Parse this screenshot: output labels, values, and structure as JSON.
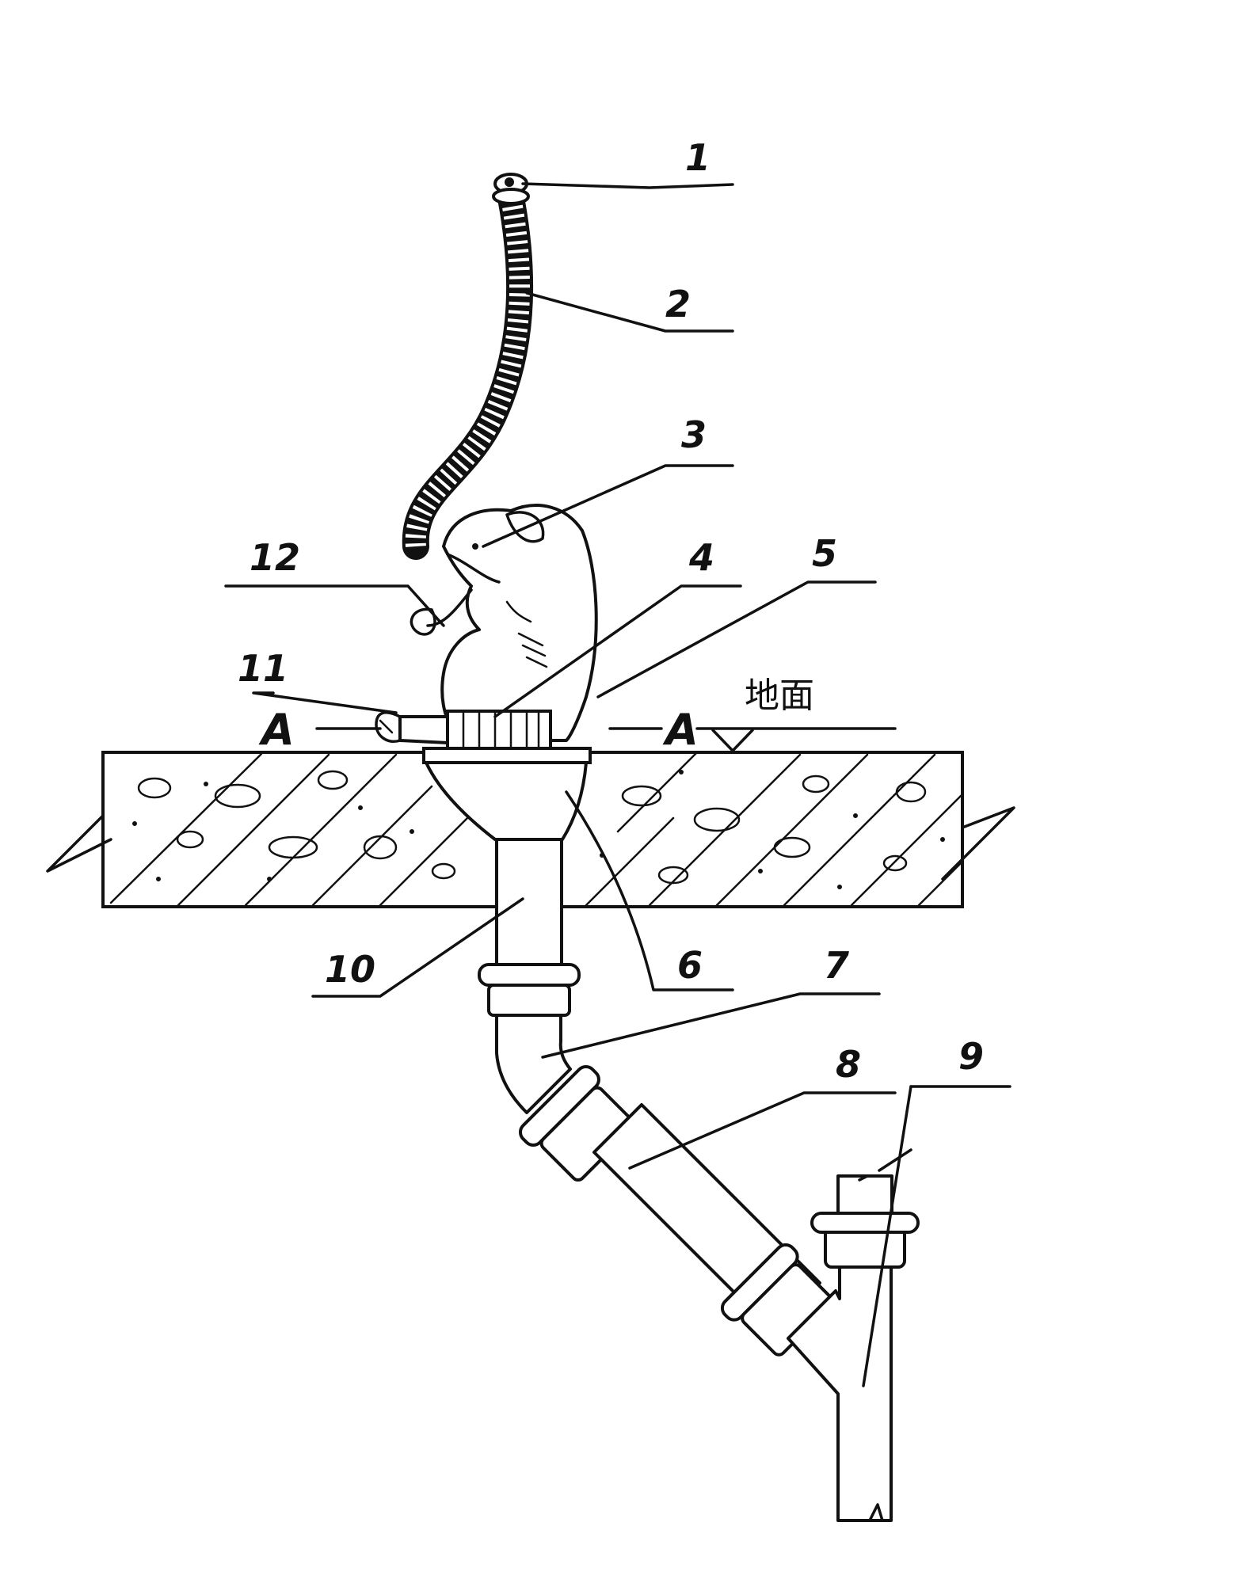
{
  "labels": {
    "l1": "1",
    "l2": "2",
    "l3": "3",
    "l4": "4",
    "l5": "5",
    "l6": "6",
    "l7": "7",
    "l8": "8",
    "l9": "9",
    "l10": "10",
    "l11": "11",
    "l12": "12"
  },
  "section_mark": {
    "left": "A",
    "right": "A"
  },
  "ground_label": "地面"
}
